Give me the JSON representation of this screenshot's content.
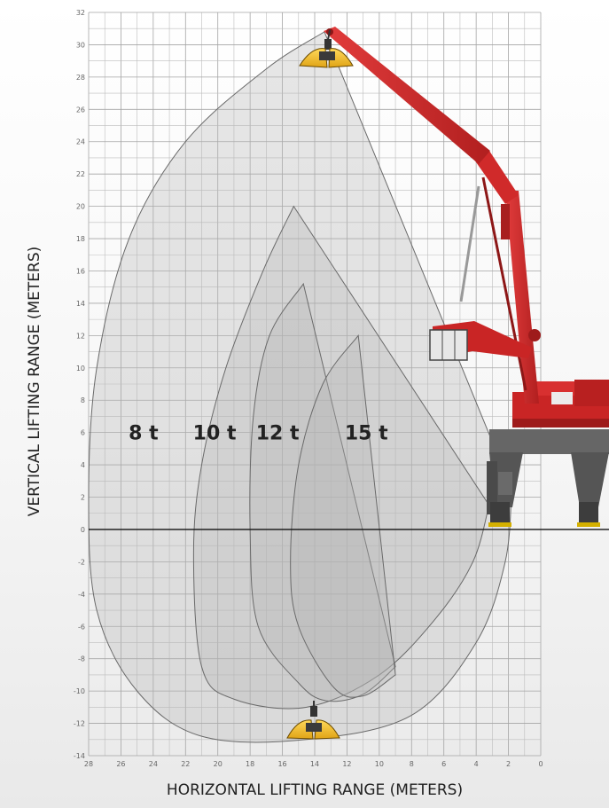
{
  "chart_data": {
    "type": "area",
    "xlabel": "HORIZONTAL LIFTING RANGE (METERS)",
    "ylabel": "VERTICAL LIFTING RANGE (METERS)",
    "xlim": [
      28,
      0
    ],
    "ylim": [
      -14,
      32
    ],
    "x_ticks": [
      "28",
      "26",
      "24",
      "22",
      "20",
      "18",
      "16",
      "14",
      "12",
      "10",
      "8",
      "6",
      "4",
      "2",
      "0"
    ],
    "y_ticks": [
      "32",
      "30",
      "28",
      "26",
      "24",
      "22",
      "20",
      "18",
      "16",
      "14",
      "12",
      "10",
      "8",
      "6",
      "4",
      "2",
      "0",
      "-2",
      "-4",
      "-6",
      "-8",
      "-10",
      "-12",
      "-14"
    ],
    "grid": true,
    "ground_line_y": 0,
    "series": [
      {
        "name": "8 t",
        "label_x": 24.6,
        "label_y": 6,
        "outline": [
          [
            13.4,
            30.8
          ],
          [
            17,
            28.5
          ],
          [
            22,
            24
          ],
          [
            25.5,
            18
          ],
          [
            27.5,
            10
          ],
          [
            28,
            2
          ],
          [
            27.5,
            -5
          ],
          [
            25,
            -10
          ],
          [
            21,
            -12.8
          ],
          [
            14.5,
            -13
          ],
          [
            8,
            -11.5
          ],
          [
            4,
            -7
          ],
          [
            2.2,
            -2
          ],
          [
            1.8,
            2.5
          ]
        ]
      },
      {
        "name": "10 t",
        "label_x": 20.2,
        "label_y": 6,
        "outline": [
          [
            15.3,
            20
          ],
          [
            17.2,
            16
          ],
          [
            19.5,
            10
          ],
          [
            21,
            4
          ],
          [
            21.5,
            -1.5
          ],
          [
            21,
            -8.5
          ],
          [
            19,
            -10.5
          ],
          [
            14.5,
            -11
          ],
          [
            10,
            -9
          ],
          [
            6.5,
            -5.5
          ],
          [
            4.2,
            -2
          ],
          [
            3.2,
            1.5
          ]
        ]
      },
      {
        "name": "12 t",
        "label_x": 16.3,
        "label_y": 6,
        "outline": [
          [
            14.7,
            15.2
          ],
          [
            16.8,
            12
          ],
          [
            17.8,
            7
          ],
          [
            18,
            0
          ],
          [
            17.5,
            -6
          ],
          [
            15,
            -9.5
          ],
          [
            13.3,
            -10.6
          ],
          [
            11,
            -10.2
          ],
          [
            9,
            -8.5
          ]
        ]
      },
      {
        "name": "15 t",
        "label_x": 10.8,
        "label_y": 6,
        "outline": [
          [
            11.3,
            12
          ],
          [
            13.5,
            9
          ],
          [
            15,
            4
          ],
          [
            15.5,
            -2
          ],
          [
            15,
            -6
          ],
          [
            12.8,
            -9.8
          ],
          [
            11,
            -10.3
          ],
          [
            9,
            -9
          ]
        ]
      }
    ],
    "colors": {
      "envelope_fill": "#b4b4b4",
      "envelope_stroke": "#6a6a6a",
      "boom": "#d42a2a",
      "bucket": "#f2c12e",
      "chassis": "#5a5a5a"
    }
  }
}
